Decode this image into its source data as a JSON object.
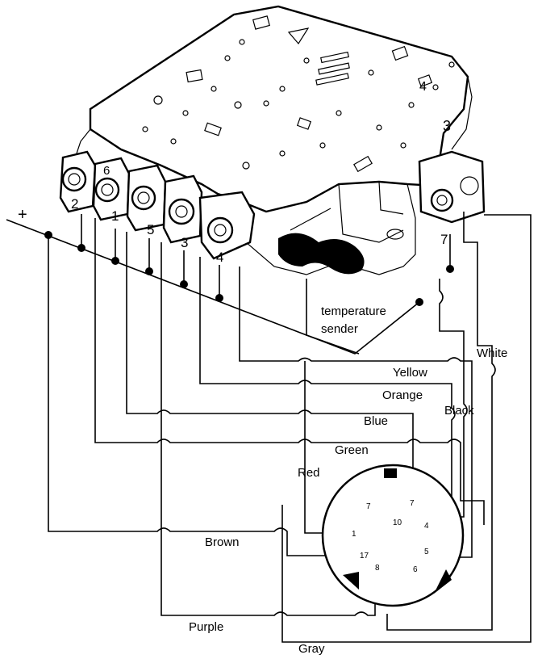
{
  "labels": {
    "plus": "+",
    "temperature": "temperature",
    "sender": "sender",
    "yellow": "Yellow",
    "orange": "Orange",
    "blue": "Blue",
    "black": "Black",
    "green": "Green",
    "white": "White",
    "red": "Red",
    "brown": "Brown",
    "purple": "Purple",
    "gray": "Gray"
  },
  "solenoid_numbers": [
    "2",
    "6",
    "1",
    "5",
    "3",
    "4",
    "7"
  ],
  "connector_pins": [
    "7",
    "10",
    "4",
    "1",
    "17",
    "8",
    "7",
    "6",
    "5"
  ],
  "plate_digits": [
    "3",
    "4"
  ]
}
